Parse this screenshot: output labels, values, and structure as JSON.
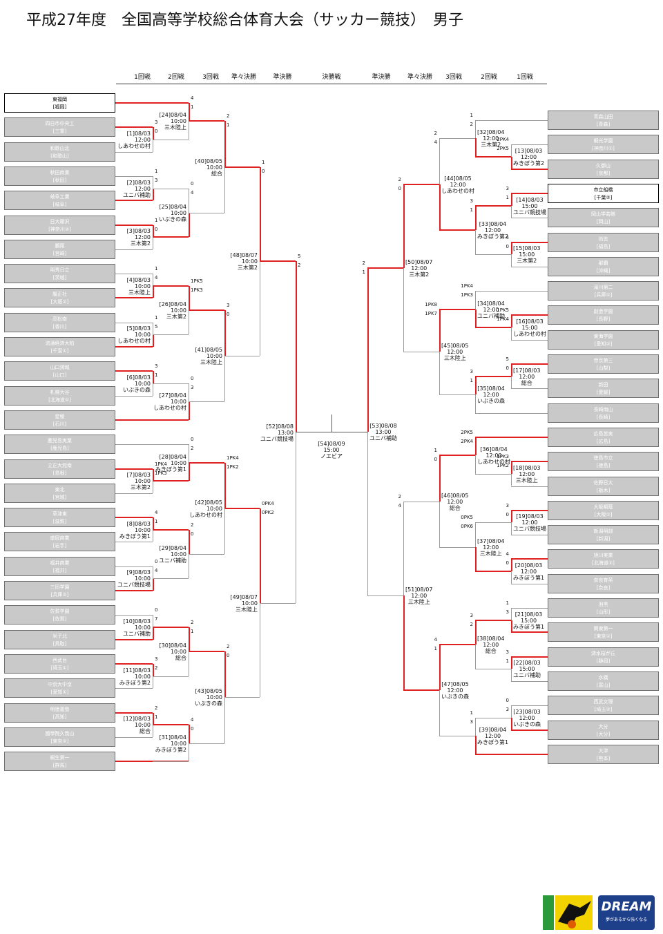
{
  "title": "平成27年度　全国高等学校総合体育大会（サッカー競技）　男子",
  "headers": [
    "1回戦",
    "2回戦",
    "3回戦",
    "準々決勝",
    "準決勝",
    "決勝戦",
    "準決勝",
    "準々決勝",
    "3回戦",
    "2回戦",
    "1回戦"
  ],
  "colors": {
    "winner_line": "#e02020",
    "loser_line": "#9a9a9a",
    "team_box": "#c9c9c9",
    "advanced_box": "#ffffff"
  },
  "left_teams": [
    {
      "name": "東福岡",
      "pref": "[福岡]",
      "advanced": true
    },
    {
      "name": "四日市中央工",
      "pref": "[三重]",
      "advanced": false
    },
    {
      "name": "和歌山北",
      "pref": "[和歌山]",
      "advanced": false
    },
    {
      "name": "秋田商業",
      "pref": "[秋田]",
      "advanced": false
    },
    {
      "name": "岐阜工業",
      "pref": "[岐阜]",
      "advanced": false
    },
    {
      "name": "日大藤沢",
      "pref": "[神奈川②]",
      "advanced": false
    },
    {
      "name": "鵬翔",
      "pref": "[宮崎]",
      "advanced": false
    },
    {
      "name": "明秀日立",
      "pref": "[茨城]",
      "advanced": false
    },
    {
      "name": "履正社",
      "pref": "[大阪②]",
      "advanced": false
    },
    {
      "name": "高松南",
      "pref": "[香川]",
      "advanced": false
    },
    {
      "name": "流通経済大柏",
      "pref": "[千葉①]",
      "advanced": false
    },
    {
      "name": "山口鴻城",
      "pref": "[山口]",
      "advanced": false
    },
    {
      "name": "札幌大谷",
      "pref": "[北海道①]",
      "advanced": false
    },
    {
      "name": "星稜",
      "pref": "[石川]",
      "advanced": false
    },
    {
      "name": "鹿児島実業",
      "pref": "[鹿児島]",
      "advanced": false
    },
    {
      "name": "立正大淞南",
      "pref": "[島根]",
      "advanced": false
    },
    {
      "name": "東北",
      "pref": "[宮城]",
      "advanced": false
    },
    {
      "name": "草津東",
      "pref": "[滋賀]",
      "advanced": false
    },
    {
      "name": "盛岡商業",
      "pref": "[岩手]",
      "advanced": false
    },
    {
      "name": "福井商業",
      "pref": "[福井]",
      "advanced": false
    },
    {
      "name": "三田学園",
      "pref": "[兵庫②]",
      "advanced": false
    },
    {
      "name": "佐賀学園",
      "pref": "[佐賀]",
      "advanced": false
    },
    {
      "name": "米子北",
      "pref": "[鳥取]",
      "advanced": false
    },
    {
      "name": "西武台",
      "pref": "[埼玉①]",
      "advanced": false
    },
    {
      "name": "中京大中京",
      "pref": "[愛知①]",
      "advanced": false
    },
    {
      "name": "明徳義塾",
      "pref": "[高知]",
      "advanced": false
    },
    {
      "name": "國學院久我山",
      "pref": "[東京②]",
      "advanced": false
    },
    {
      "name": "桐生第一",
      "pref": "[群馬]",
      "advanced": false
    }
  ],
  "right_teams": [
    {
      "name": "青森山田",
      "pref": "[青森]",
      "advanced": false
    },
    {
      "name": "桐光学園",
      "pref": "[神奈川①]",
      "advanced": false
    },
    {
      "name": "久御山",
      "pref": "[京都]",
      "advanced": false
    },
    {
      "name": "市立船橋",
      "pref": "[千葉②]",
      "advanced": true
    },
    {
      "name": "岡山学芸館",
      "pref": "[岡山]",
      "advanced": false
    },
    {
      "name": "尚志",
      "pref": "[福島]",
      "advanced": false
    },
    {
      "name": "那覇",
      "pref": "[沖縄]",
      "advanced": false
    },
    {
      "name": "滝川第二",
      "pref": "[兵庫①]",
      "advanced": false
    },
    {
      "name": "創造学園",
      "pref": "[長野]",
      "advanced": false
    },
    {
      "name": "東海学園",
      "pref": "[愛知②]",
      "advanced": false
    },
    {
      "name": "帝京第三",
      "pref": "[山梨]",
      "advanced": false
    },
    {
      "name": "新田",
      "pref": "[愛媛]",
      "advanced": false
    },
    {
      "name": "長崎南山",
      "pref": "[長崎]",
      "advanced": false
    },
    {
      "name": "広島皆実",
      "pref": "[広島]",
      "advanced": false
    },
    {
      "name": "徳島市立",
      "pref": "[徳島]",
      "advanced": false
    },
    {
      "name": "佐野日大",
      "pref": "[栃木]",
      "advanced": false
    },
    {
      "name": "大阪桐蔭",
      "pref": "[大阪①]",
      "advanced": false
    },
    {
      "name": "新潟明訓",
      "pref": "[新潟]",
      "advanced": false
    },
    {
      "name": "旭川実業",
      "pref": "[北海道②]",
      "advanced": false
    },
    {
      "name": "奈良育英",
      "pref": "[奈良]",
      "advanced": false
    },
    {
      "name": "羽黒",
      "pref": "[山形]",
      "advanced": false
    },
    {
      "name": "関東第一",
      "pref": "[東京①]",
      "advanced": false
    },
    {
      "name": "清水桜が丘",
      "pref": "[静岡]",
      "advanced": false
    },
    {
      "name": "水橋",
      "pref": "[富山]",
      "advanced": false
    },
    {
      "name": "西武文理",
      "pref": "[埼玉②]",
      "advanced": false
    },
    {
      "name": "大分",
      "pref": "[大分]",
      "advanced": false
    },
    {
      "name": "大津",
      "pref": "[熊本]",
      "advanced": false
    }
  ],
  "matches": [
    {
      "id": "L1",
      "info": "[1]08/03\n12:00\nしあわせの村",
      "s1": "3",
      "s2": "0"
    },
    {
      "id": "L2",
      "info": "[2]08/03\n12:00\nユニバ補助",
      "s1": "1",
      "s2": "3"
    },
    {
      "id": "L3",
      "info": "[3]08/03\n12:00\n三木第2",
      "s1": "1",
      "s2": "0"
    },
    {
      "id": "L4",
      "info": "[4]08/03\n10:00\n三木陸上",
      "s1": "1",
      "s2": "4"
    },
    {
      "id": "L5",
      "info": "[5]08/03\n10:00\nしあわせの村",
      "s1": "1",
      "s2": "5"
    },
    {
      "id": "L6",
      "info": "[6]08/03\n10:00\nいぶきの森",
      "s1": "3",
      "s2": "1"
    },
    {
      "id": "L7",
      "info": "[7]08/03\n10:00\n三木第2",
      "s1": "1PK4",
      "s2": "1PK3"
    },
    {
      "id": "L8",
      "info": "[8]08/03\n10:00\nみきぼう第1",
      "s1": "4",
      "s2": "1"
    },
    {
      "id": "L9",
      "info": "[9]08/03\n10:00\nユニバ競技場",
      "s1": "0",
      "s2": "4"
    },
    {
      "id": "L10",
      "info": "[10]08/03\n10:00\nユニバ補助",
      "s1": "0",
      "s2": "7"
    },
    {
      "id": "L11",
      "info": "[11]08/03\n10:00\nみきぼう第2",
      "s1": "3",
      "s2": "2"
    },
    {
      "id": "L12",
      "info": "[12]08/03\n10:00\n総合",
      "s1": "2",
      "s2": "1"
    },
    {
      "id": "L24",
      "info": "[24]08/04\n10:00\n三木陸上",
      "s1": "4",
      "s2": "1"
    },
    {
      "id": "L25",
      "info": "[25]08/04\n10:00\nいぶきの森",
      "s1": "0",
      "s2": "4"
    },
    {
      "id": "L26",
      "info": "[26]08/04\n10:00\n三木第2",
      "s1": "1PK5",
      "s2": "1PK3"
    },
    {
      "id": "L27",
      "info": "[27]08/04\n10:00\nしあわせの村",
      "s1": "0",
      "s2": "3"
    },
    {
      "id": "L28",
      "info": "[28]08/04\n10:00\nみきぼう第1",
      "s1": "0",
      "s2": "2"
    },
    {
      "id": "L29",
      "info": "[29]08/04\n10:00\nユニバ補助",
      "s1": "2",
      "s2": "0"
    },
    {
      "id": "L30",
      "info": "[30]08/04\n10:00\n総合",
      "s1": "2",
      "s2": "1"
    },
    {
      "id": "L31",
      "info": "[31]08/04\n10:00\nみきぼう第2",
      "s1": "4",
      "s2": "0"
    },
    {
      "id": "L40",
      "info": "[40]08/05\n10:00\n総合",
      "s1": "2",
      "s2": "1"
    },
    {
      "id": "L41",
      "info": "[41]08/05\n10:00\n三木陸上",
      "s1": "3",
      "s2": "0"
    },
    {
      "id": "L42",
      "info": "[42]08/05\n10:00\nしあわせの村",
      "s1": "1PK4",
      "s2": "1PK2"
    },
    {
      "id": "L43",
      "info": "[43]08/05\n10:00\nいぶきの森",
      "s1": "2",
      "s2": "0"
    },
    {
      "id": "L48",
      "info": "[48]08/07\n10:00\n三木第2",
      "s1": "1",
      "s2": "0"
    },
    {
      "id": "L49",
      "info": "[49]08/07\n10:00\n三木陸上",
      "s1": "0PK4",
      "s2": "0PK2"
    },
    {
      "id": "L52",
      "info": "[52]08/08\n13:00\nユニバ競技場",
      "s1": "5",
      "s2": "2"
    },
    {
      "id": "F54",
      "info": "[54]08/09\n15:00\nノエビア",
      "s1": "",
      "s2": ""
    },
    {
      "id": "R53",
      "info": "[53]08/08\n13:00\nユニバ補助",
      "s1": "2",
      "s2": "1"
    },
    {
      "id": "R50",
      "info": "[50]08/07\n12:00\n三木第2",
      "s1": "2",
      "s2": "0"
    },
    {
      "id": "R51",
      "info": "[51]08/07\n12:00\n三木陸上",
      "s1": "2",
      "s2": "4"
    },
    {
      "id": "R44",
      "info": "[44]08/05\n12:00\nしあわせの村",
      "s1": "2",
      "s2": "4"
    },
    {
      "id": "R45",
      "info": "[45]08/05\n12:00\n三木陸上",
      "s1": "1PK8",
      "s2": "1PK7"
    },
    {
      "id": "R46",
      "info": "[46]08/05\n12:00\n総合",
      "s1": "1",
      "s2": "0"
    },
    {
      "id": "R47",
      "info": "[47]08/05\n12:00\nいぶきの森",
      "s1": "4",
      "s2": "1"
    },
    {
      "id": "R32",
      "info": "[32]08/04\n12:00\n三木第2",
      "s1": "1",
      "s2": "2"
    },
    {
      "id": "R33",
      "info": "[33]08/04\n12:00\nみきぼう第2",
      "s1": "3",
      "s2": "1"
    },
    {
      "id": "R34",
      "info": "[34]08/04\n12:00\nユニバ補助",
      "s1": "1PK4",
      "s2": "1PK3"
    },
    {
      "id": "R35",
      "info": "[35]08/04\n12:00\nいぶきの森",
      "s1": "3",
      "s2": "1"
    },
    {
      "id": "R36",
      "info": "[36]08/04\n12:00\nしあわせの村",
      "s1": "2PK5",
      "s2": "2PK4"
    },
    {
      "id": "R37",
      "info": "[37]08/04\n12:00\n三木陸上",
      "s1": "0PK5",
      "s2": "0PK6"
    },
    {
      "id": "R38",
      "info": "[38]08/04\n12:00\n総合",
      "s1": "3",
      "s2": "2"
    },
    {
      "id": "R39",
      "info": "[39]08/04\n12:00\nみきぼう第1",
      "s1": "1",
      "s2": "3"
    },
    {
      "id": "R13",
      "info": "[13]08/03\n12:00\nみきぼう第2",
      "s1": "2PK4",
      "s2": "2PK5"
    },
    {
      "id": "R14",
      "info": "[14]08/03\n15:00\nユニバ競技場",
      "s1": "3",
      "s2": "1"
    },
    {
      "id": "R15",
      "info": "[15]08/03\n15:00\n三木第2",
      "s1": "4",
      "s2": "0"
    },
    {
      "id": "R16",
      "info": "[16]08/03\n15:00\nしあわせの村",
      "s1": "1PK5",
      "s2": "1PK4"
    },
    {
      "id": "R17",
      "info": "[17]08/03\n12:00\n総合",
      "s1": "5",
      "s2": "0"
    },
    {
      "id": "R18",
      "info": "[18]08/03\n12:00\n三木陸上",
      "s1": "1PK3",
      "s2": "1PK2"
    },
    {
      "id": "R19",
      "info": "[19]08/03\n12:00\nユニバ競技場",
      "s1": "3",
      "s2": "0"
    },
    {
      "id": "R20",
      "info": "[20]08/03\n12:00\nみきぼう第1",
      "s1": "4",
      "s2": "0"
    },
    {
      "id": "R21",
      "info": "[21]08/03\n15:00\nみきぼう第1",
      "s1": "1",
      "s2": "3"
    },
    {
      "id": "R22",
      "info": "[22]08/03\n15:00\nユニバ補助",
      "s1": "3",
      "s2": "1"
    },
    {
      "id": "R23",
      "info": "[23]08/03\n12:00\nいぶきの森",
      "s1": "0",
      "s2": "3"
    }
  ],
  "logos": {
    "jfa": "JFA crest (yatagarasu)",
    "dream_word": "DREAM",
    "dream_sub": "夢があるから強くなる"
  }
}
